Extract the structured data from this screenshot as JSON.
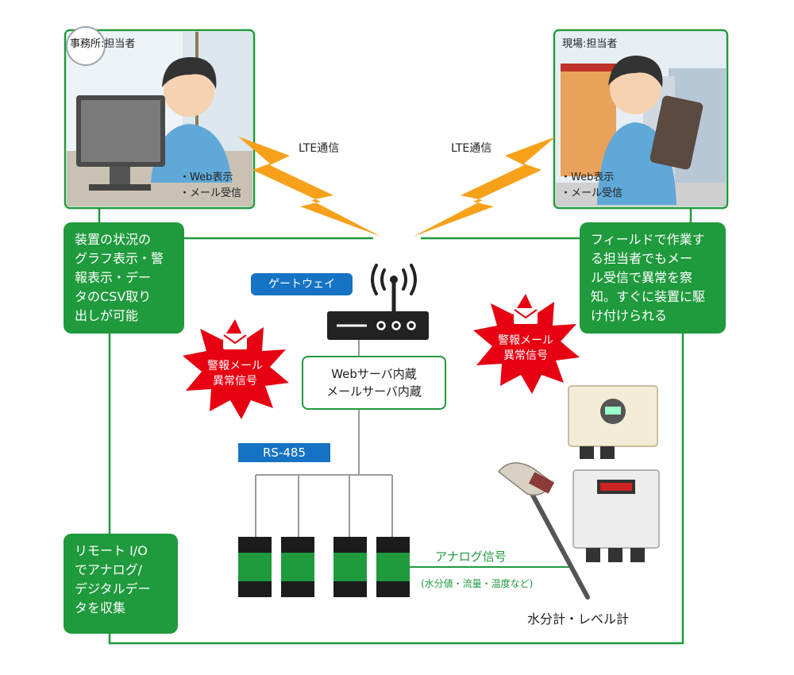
{
  "office_panel": {
    "role_label": "事務所:担当者",
    "bullets": [
      "・Web表示",
      "・メール受信"
    ]
  },
  "field_panel": {
    "role_label": "現場:担当者",
    "bullets": [
      "・Web表示",
      "・メール受信"
    ]
  },
  "lte_left": "LTE通信",
  "lte_right": "LTE通信",
  "callouts": {
    "office": [
      "装置の状況の",
      "グラフ表示・警",
      "報表示・デー",
      "タのCSV取り",
      "出しが可能"
    ],
    "field": [
      "フィールドで作業す",
      "る担当者でもメー",
      "ル受信で異常を察",
      "知。すぐに装置に駆",
      "け付けられる"
    ],
    "remote_io": [
      "リモート I/O",
      "でアナログ/",
      "デジタルデー",
      "タを収集"
    ]
  },
  "gateway_label": "ゲートウェイ",
  "server_box": [
    "Webサーバ内蔵",
    "メールサーバ内蔵"
  ],
  "rs485_label": "RS-485",
  "alert_left": [
    "警報メール",
    "異常信号"
  ],
  "alert_right": [
    "警報メール",
    "異常信号"
  ],
  "analog_signal": "アナログ信号",
  "analog_examples": "(水分値・流量・温度など)",
  "meters_label": "水分計・レベル計",
  "colors": {
    "green": "#1f9a3d",
    "blue": "#1673c4",
    "alert_red": "#e60012",
    "lightning": "#f7a11a"
  }
}
